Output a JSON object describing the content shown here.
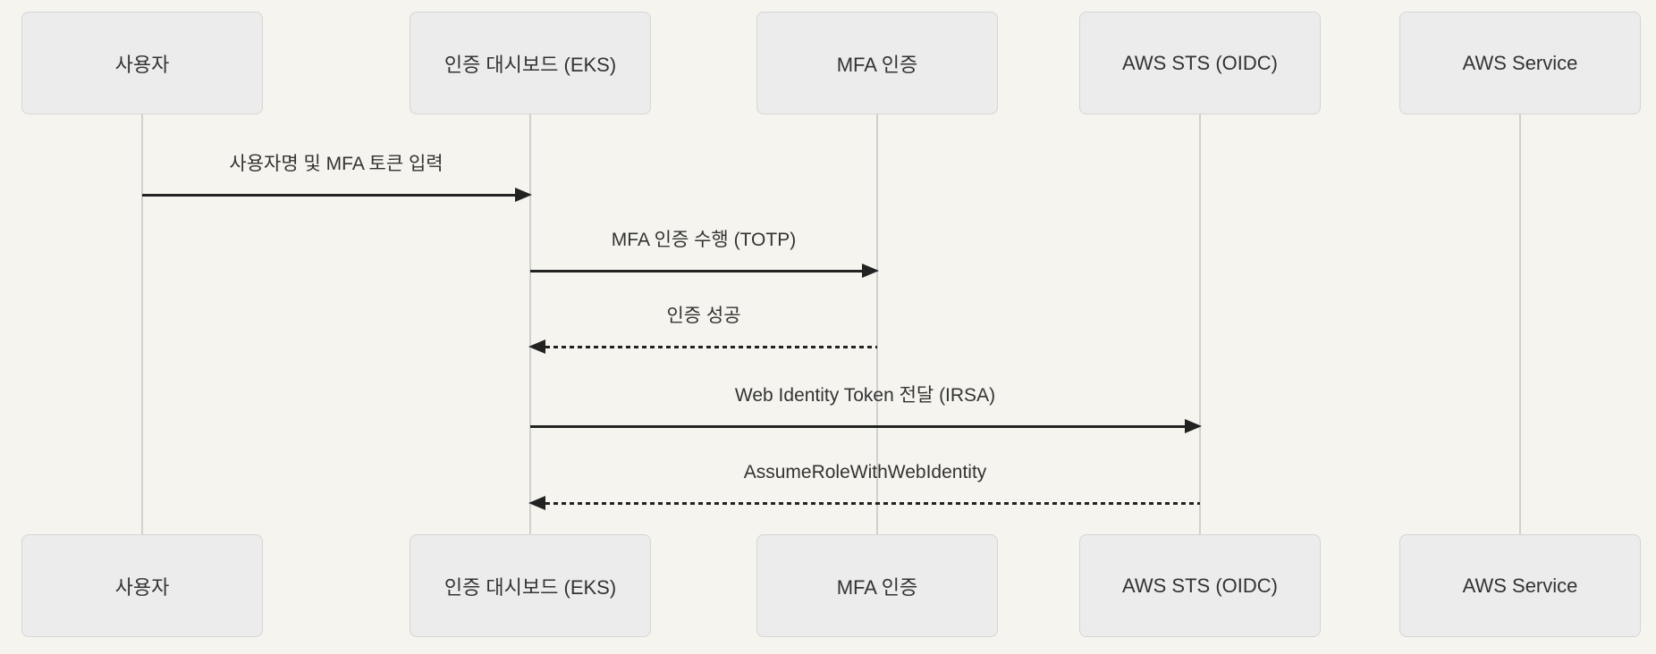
{
  "diagram": {
    "type": "sequence",
    "actors": [
      {
        "id": "user",
        "label": "사용자"
      },
      {
        "id": "dashboard",
        "label": "인증 대시보드 (EKS)"
      },
      {
        "id": "mfa",
        "label": "MFA 인증"
      },
      {
        "id": "sts",
        "label": "AWS STS (OIDC)"
      },
      {
        "id": "service",
        "label": "AWS Service"
      }
    ],
    "messages": [
      {
        "from": "user",
        "to": "dashboard",
        "label": "사용자명 및 MFA 토큰 입력",
        "line": "solid"
      },
      {
        "from": "dashboard",
        "to": "mfa",
        "label": "MFA 인증 수행 (TOTP)",
        "line": "solid"
      },
      {
        "from": "mfa",
        "to": "dashboard",
        "label": "인증 성공",
        "line": "dashed"
      },
      {
        "from": "dashboard",
        "to": "sts",
        "label": "Web Identity Token 전달 (IRSA)",
        "line": "solid"
      },
      {
        "from": "sts",
        "to": "dashboard",
        "label": "AssumeRoleWithWebIdentity",
        "line": "dashed"
      }
    ],
    "colors": {
      "background": "#f5f4ef",
      "actor_fill": "#ececec",
      "actor_border": "#d5d5d5",
      "lifeline": "#d0d0d0",
      "arrow": "#222222",
      "text": "#333333"
    }
  }
}
